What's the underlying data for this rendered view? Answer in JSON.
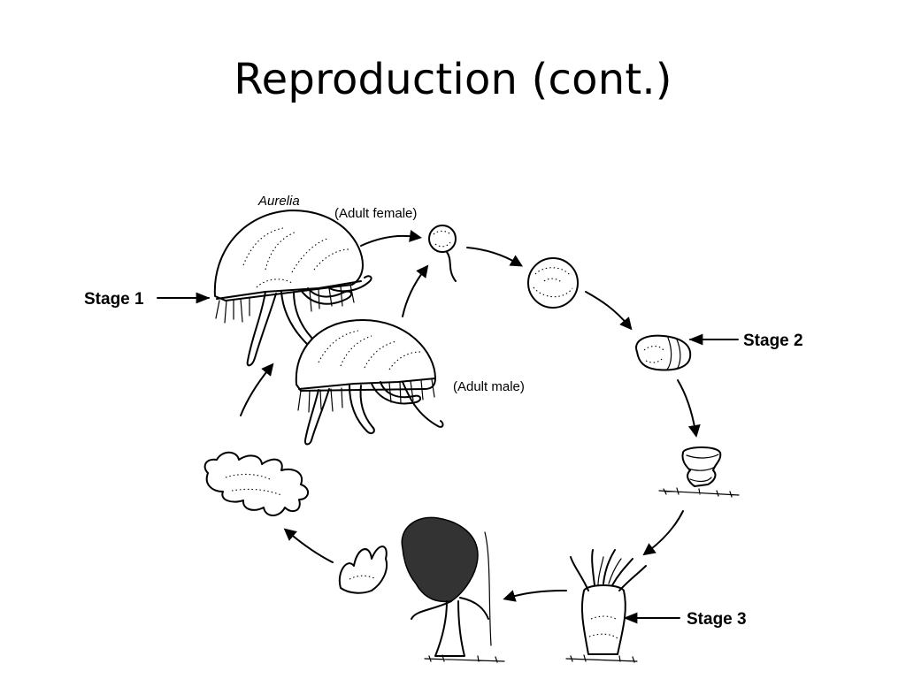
{
  "slide": {
    "title": "Reproduction (cont.)"
  },
  "labels": {
    "species": "Aurelia",
    "adult_female": "(Adult female)",
    "adult_male": "(Adult male)",
    "stage_1": "Stage 1",
    "stage_2": "Stage 2",
    "stage_3": "Stage 3"
  },
  "colors": {
    "ink": "#000000",
    "background": "#ffffff"
  }
}
